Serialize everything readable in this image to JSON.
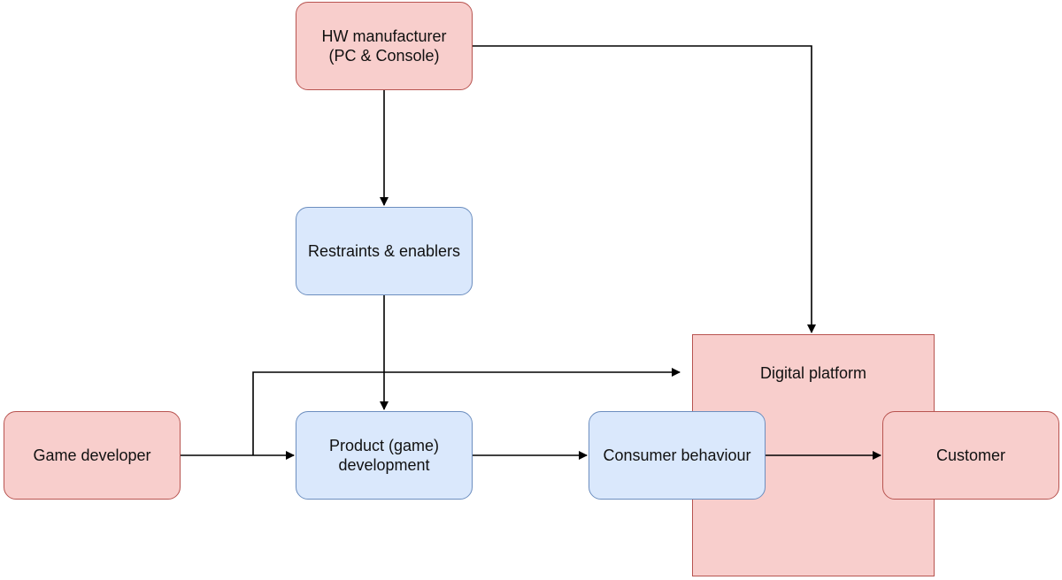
{
  "nodes": {
    "hw_manufacturer": "HW manufacturer\n(PC & Console)",
    "restraints_enablers": "Restraints & enablers",
    "game_developer": "Game developer",
    "product_development": "Product (game)\ndevelopment",
    "consumer_behaviour": "Consumer behaviour",
    "digital_platform": "Digital platform",
    "customer": "Customer"
  },
  "colors": {
    "red_fill": "#f8cecc",
    "red_stroke": "#b85450",
    "blue_fill": "#dae8fc",
    "blue_stroke": "#6c8ebf",
    "edge": "#000000"
  },
  "edges": [
    {
      "from": "hw_manufacturer",
      "to": "restraints_enablers"
    },
    {
      "from": "hw_manufacturer",
      "to": "digital_platform"
    },
    {
      "from": "restraints_enablers",
      "to": "product_development"
    },
    {
      "from": "game_developer",
      "to": "product_development"
    },
    {
      "from": "game_developer",
      "to": "digital_platform"
    },
    {
      "from": "product_development",
      "to": "consumer_behaviour"
    },
    {
      "from": "consumer_behaviour",
      "to": "customer"
    }
  ]
}
